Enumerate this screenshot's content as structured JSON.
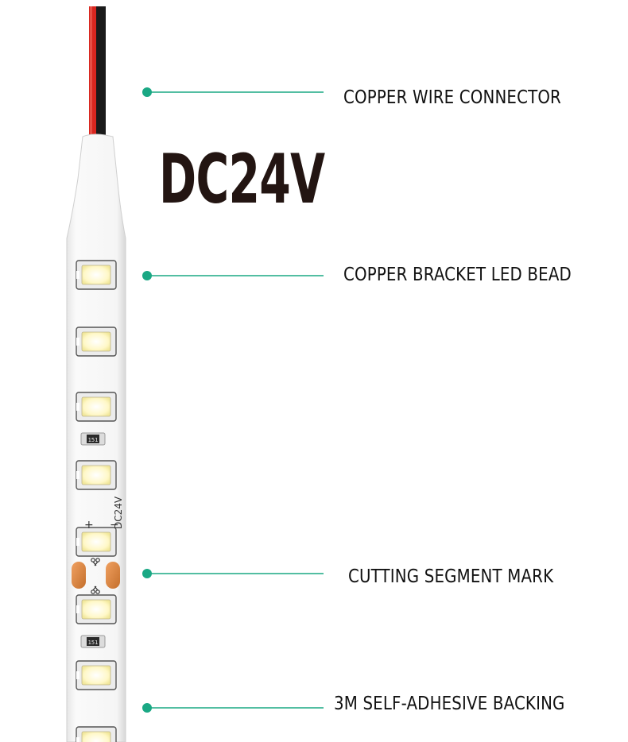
{
  "voltage_label": "DC24V",
  "strip_print": {
    "plus": "+",
    "minus": "−",
    "voltage": "DC24V",
    "resistor_code": "151"
  },
  "callouts": [
    {
      "id": "wire",
      "text": "COPPER WIRE CONNECTOR"
    },
    {
      "id": "led",
      "text": "COPPER BRACKET LED BEAD"
    },
    {
      "id": "cut",
      "text": "CUTTING SEGMENT MARK"
    },
    {
      "id": "backing",
      "text": "3M SELF-ADHESIVE BACKING"
    }
  ],
  "colors": {
    "accent": "#1aa884",
    "pcb": "#f4f4f4",
    "led_chip": "#fffbe0",
    "copper_pad": "#d98a4a",
    "wire_red": "#d8261f",
    "wire_black": "#1a1a1a",
    "text": "#111111"
  }
}
